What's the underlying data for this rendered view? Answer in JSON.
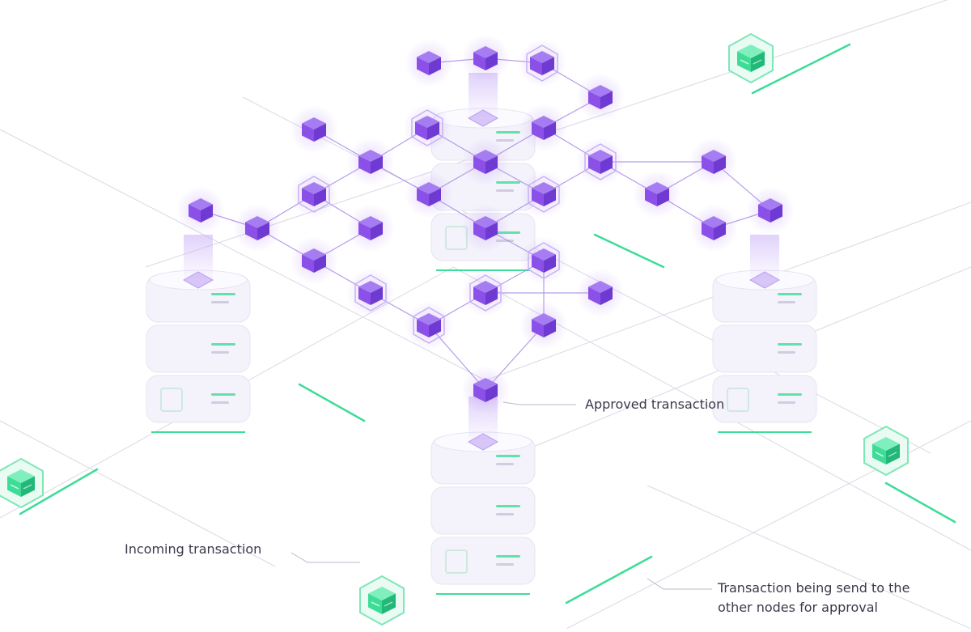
{
  "labels": {
    "approved": "Approved transaction",
    "incoming": "Incoming transaction",
    "send_line1": "Transaction being send to the",
    "send_line2": "other nodes for approval"
  },
  "colors": {
    "cube": "#8b50e8",
    "cube_top": "#a67cf2",
    "cube_side": "#6f3ad1",
    "green": "#3ddc97",
    "server": "#f4f3fb",
    "line": "#d9d9e6",
    "text": "#3a3a4a"
  },
  "icons": [
    "green-block-icon",
    "purple-cube-icon",
    "server-node-icon"
  ]
}
